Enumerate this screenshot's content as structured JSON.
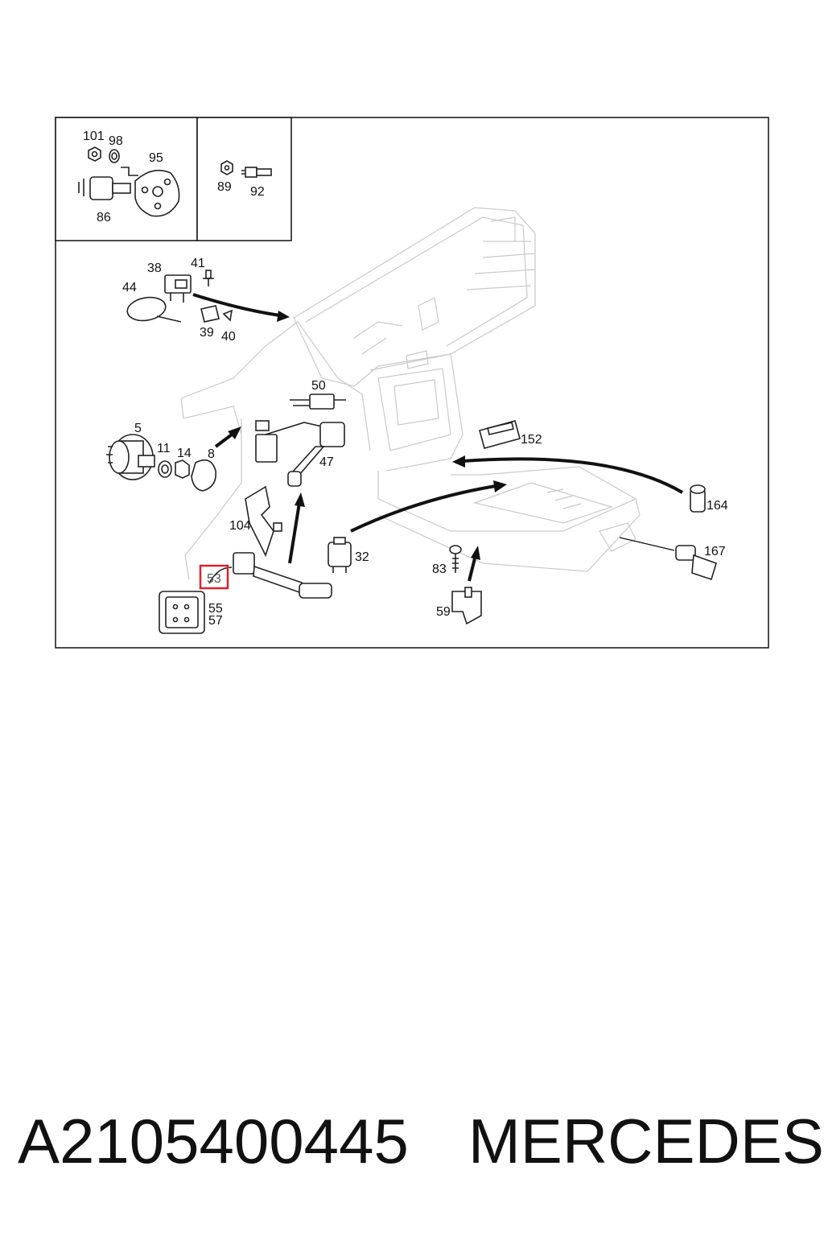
{
  "callouts": {
    "c101": "101",
    "c98": "98",
    "c95": "95",
    "c86": "86",
    "c89": "89",
    "c92": "92",
    "c38": "38",
    "c41": "41",
    "c44": "44",
    "c39": "39",
    "c40": "40",
    "c50": "50",
    "c5": "5",
    "c11": "11",
    "c14": "14",
    "c8": "8",
    "c47": "47",
    "c152": "152",
    "c164": "164",
    "c104": "104",
    "c32": "32",
    "c83": "83",
    "c167": "167",
    "c53": "53",
    "c55": "55",
    "c57": "57",
    "c59": "59"
  },
  "highlighted_callout": "53",
  "highlight_color": "#d9232d",
  "caption": {
    "part_number": "A2105400445",
    "brand": "MERCEDES"
  }
}
